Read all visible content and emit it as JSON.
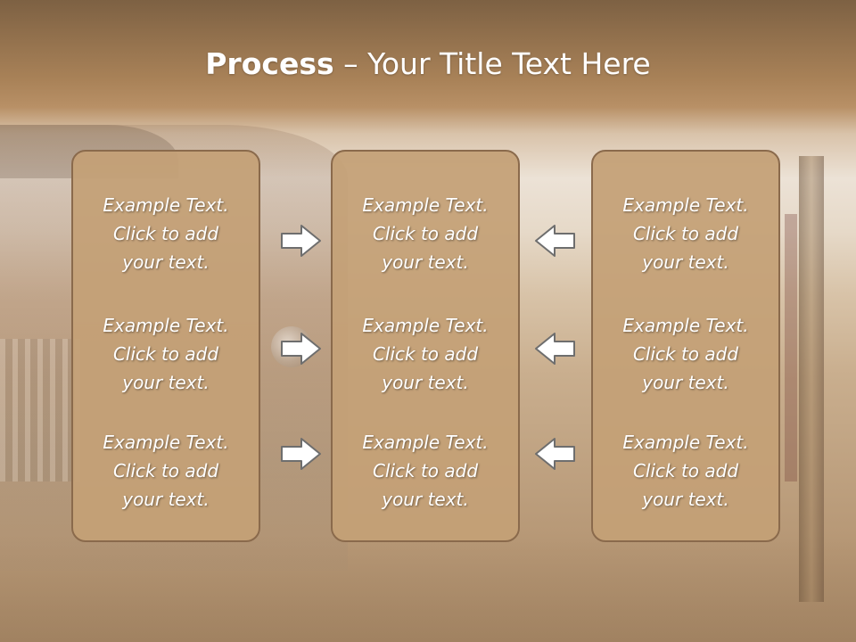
{
  "title": {
    "bold": "Process",
    "rest": " – Your Title Text Here"
  },
  "columns": [
    {
      "items": [
        "Example Text.\nClick  to add\nyour text.",
        "Example Text.\nClick  to add\nyour text.",
        "Example Text.\nClick  to add\nyour text."
      ]
    },
    {
      "items": [
        "Example Text.\nClick  to add\nyour text.",
        "Example Text.\nClick  to add\nyour text.",
        "Example Text.\nClick  to add\nyour text."
      ]
    },
    {
      "items": [
        "Example Text.\nClick  to add\nyour text.",
        "Example Text.\nClick  to add\nyour text.",
        "Example Text.\nClick  to add\nyour text."
      ]
    }
  ],
  "arrows": {
    "left_group": "right-arrow-icon",
    "right_group": "left-arrow-icon"
  },
  "colors": {
    "box_fill": "#c4a076",
    "box_border": "#8a6a4c",
    "arrow_fill": "#ffffff",
    "arrow_stroke": "#6e6e6e",
    "header": "#8c6c4a"
  }
}
